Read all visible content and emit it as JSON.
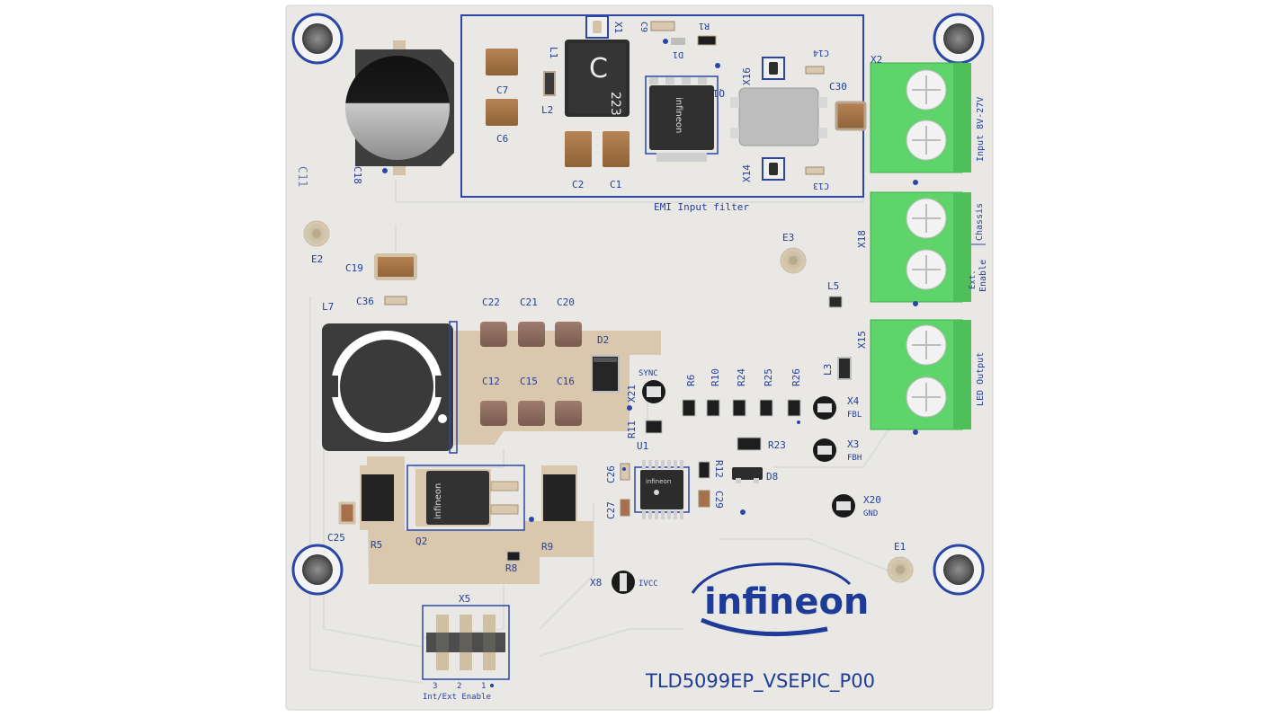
{
  "board": {
    "name": "TLD5099EP_VSEPIC_P00",
    "logo_text": "infineon",
    "emi_section_label": "EMI Input filter",
    "connectors": {
      "x2": {
        "ref": "X2",
        "label": "Input 8V-27V"
      },
      "x18": {
        "ref": "X18",
        "label_a": "Chassis",
        "label_b": "Enable",
        "label_c": "Ext."
      },
      "x15": {
        "ref": "X15",
        "label": "LED Output"
      },
      "x5": {
        "ref": "X5",
        "label": "Int/Ext Enable",
        "pin3": "3",
        "pin2": "2",
        "pin1": "1"
      }
    },
    "testpoints": {
      "x4": {
        "ref": "X4",
        "net": "FBL"
      },
      "x3": {
        "ref": "X3",
        "net": "FBH"
      },
      "x20": {
        "ref": "X20",
        "net": "GND"
      },
      "x21": {
        "ref": "X21",
        "net": "SYNC"
      },
      "x8": {
        "ref": "X8",
        "net": "IVCC"
      },
      "x16": {
        "ref": "X16"
      },
      "x14": {
        "ref": "X14"
      },
      "x1": {
        "ref": "X1"
      }
    },
    "refs": {
      "c7": "C7",
      "c6": "C6",
      "l1": "L1",
      "l2": "L2",
      "c2": "C2",
      "c1": "C1",
      "q1": "Q1",
      "c30": "C30",
      "c14": "C14",
      "c13": "C13",
      "c9": "C9",
      "r1": "R1",
      "d1": "D1",
      "c18": "C18",
      "e2": "E2",
      "e3": "E3",
      "e1": "E1",
      "c19": "C19",
      "c36": "C36",
      "l7": "L7",
      "l5": "L5",
      "l3": "L3",
      "c22": "C22",
      "c21": "C21",
      "c20": "C20",
      "d2": "D2",
      "c12": "C12",
      "c15": "C15",
      "c16": "C16",
      "r6": "R6",
      "r10": "R10",
      "r24": "R24",
      "r25": "R25",
      "r26": "R26",
      "r11": "R11",
      "u1": "U1",
      "r23": "R23",
      "c26": "C26",
      "c27": "C27",
      "r12": "R12",
      "c29": "C29",
      "d8": "D8",
      "c25": "C25",
      "r5": "R5",
      "q2": "Q2",
      "r9": "R9",
      "r8": "R8",
      "c11": "C11"
    },
    "chip_markings": {
      "l1_top": "C",
      "l1_bottom": "223",
      "q1": "infineon",
      "q2": "infineon",
      "u1": "infineon"
    },
    "colors": {
      "pcb": "#e9e8e5",
      "copper": "#d9c8ad",
      "silkscreen": "#243f9c",
      "connector": "#5fd46a",
      "logo": "#1f3b98"
    }
  }
}
